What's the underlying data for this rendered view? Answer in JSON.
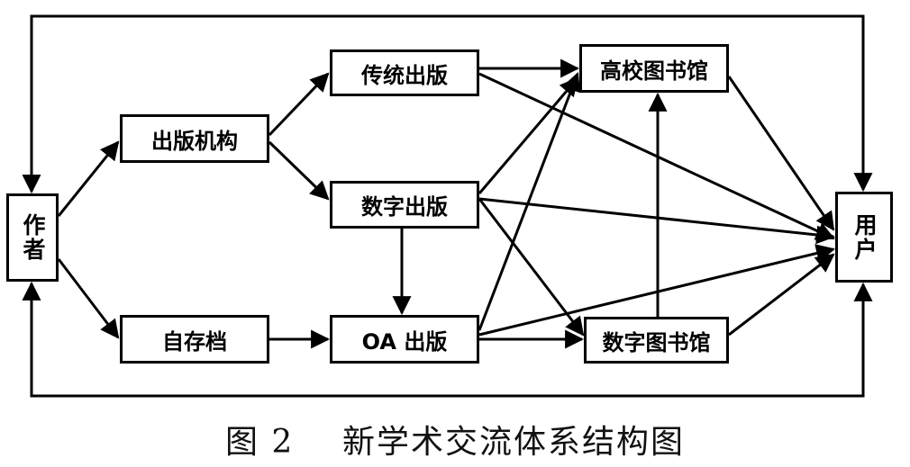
{
  "nodes": {
    "author": "作者",
    "publisher": "出版机构",
    "traditional": "传统出版",
    "digital_pub": "数字出版",
    "self_archive": "自存档",
    "oa_pub": "OA 出版",
    "univ_library": "高校图书馆",
    "digital_library": "数字图书馆",
    "user": "用户"
  },
  "caption": "图 2    新学术交流体系结构图",
  "edges": [
    [
      "author",
      "publisher"
    ],
    [
      "author",
      "self_archive"
    ],
    [
      "publisher",
      "traditional"
    ],
    [
      "publisher",
      "digital_pub"
    ],
    [
      "self_archive",
      "oa_pub"
    ],
    [
      "digital_pub",
      "oa_pub"
    ],
    [
      "traditional",
      "univ_library"
    ],
    [
      "traditional",
      "user"
    ],
    [
      "digital_pub",
      "univ_library"
    ],
    [
      "digital_pub",
      "user"
    ],
    [
      "digital_pub",
      "digital_library"
    ],
    [
      "oa_pub",
      "univ_library"
    ],
    [
      "oa_pub",
      "digital_library"
    ],
    [
      "oa_pub",
      "user"
    ],
    [
      "digital_library",
      "univ_library"
    ],
    [
      "univ_library",
      "user"
    ],
    [
      "digital_library",
      "user"
    ],
    [
      "author",
      "user",
      "top-loop"
    ],
    [
      "author",
      "user",
      "bottom-loop"
    ]
  ]
}
